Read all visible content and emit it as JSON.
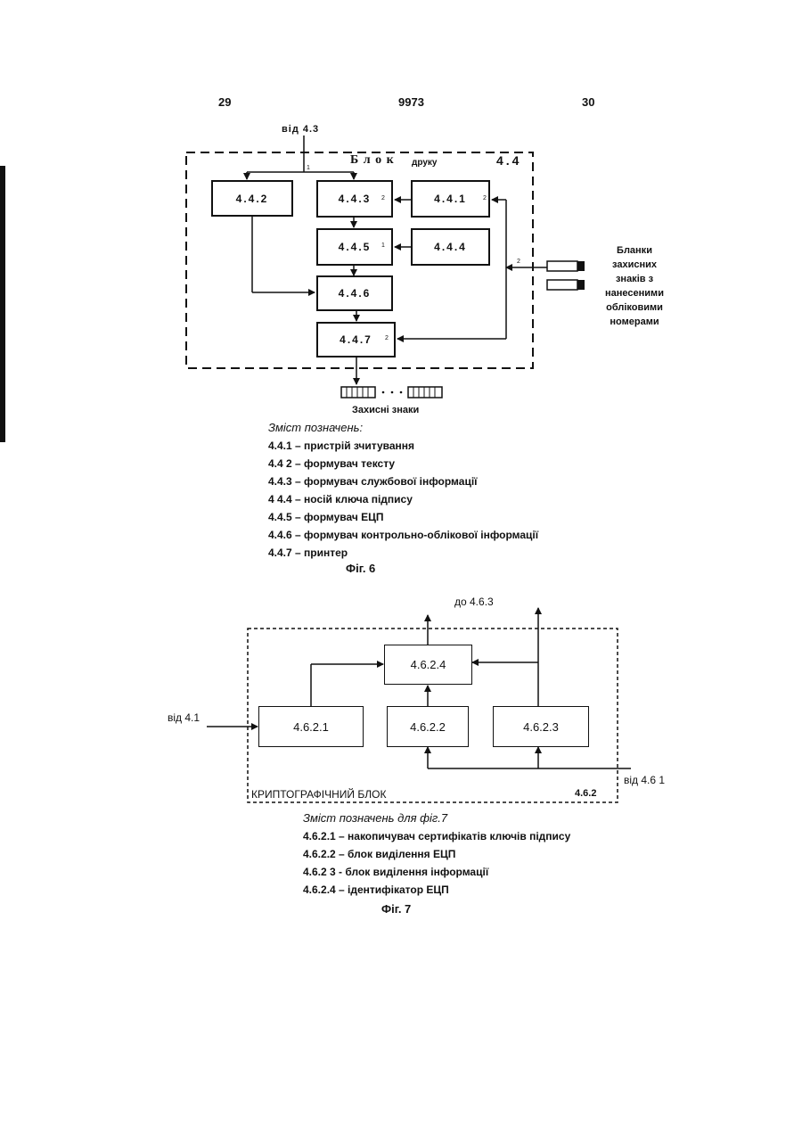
{
  "header": {
    "left_page": "29",
    "patent_no": "9973",
    "right_page": "30"
  },
  "fig6": {
    "input_label": "від 4.3",
    "block_title": "Б л о к",
    "block_title_small": "друку",
    "block_id": "4.4",
    "boxes": {
      "b442": "4.4.2",
      "b443": "4.4.3",
      "b441": "4.4.1",
      "b445": "4.4.5",
      "b444": "4.4.4",
      "b446": "4.4.6",
      "b447": "4.4.7"
    },
    "port_marks": {
      "p1": "1",
      "p2": "2",
      "p3": "2",
      "p4": "1",
      "p5": "2",
      "p6": "2"
    },
    "blanks_label": [
      "Бланки",
      "захисних",
      "знаків з",
      "нанесеними",
      "обліковими",
      "номерами"
    ],
    "output_label": "Захисні знаки",
    "legend_title": "Зміст позначень:",
    "legend": [
      "4.4.1 – пристрій зчитування",
      "4.4 2 – формувач тексту",
      "4.4.3 – формувач службової інформації",
      "4 4.4 – носій ключа підпису",
      "4.4.5 – формувач ЕЦП",
      "4.4.6 – формувач контрольно-облікової інформації",
      "4.4.7 – принтер"
    ],
    "caption": "Фіг. 6"
  },
  "fig7": {
    "out_label": "до 4.6.3",
    "in_label_left": "від 4.1",
    "in_label_right": "від 4.6 1",
    "block_name": "КРИПТОГРАФІЧНИЙ БЛОК",
    "block_id": "4.6.2",
    "boxes": {
      "b4621": "4.6.2.1",
      "b4622": "4.6.2.2",
      "b4623": "4.6.2.3",
      "b4624": "4.6.2.4"
    },
    "legend_title": "Зміст позначень для фіг.7",
    "legend": [
      "4.6.2.1 – накопичувач сертифікатів ключів підпису",
      "4.6.2.2 – блок виділення ЕЦП",
      "4.6.2 3 - блок виділення інформації",
      "4.6.2.4 – ідентифікатор ЕЦП"
    ],
    "caption": "Фіг. 7"
  }
}
